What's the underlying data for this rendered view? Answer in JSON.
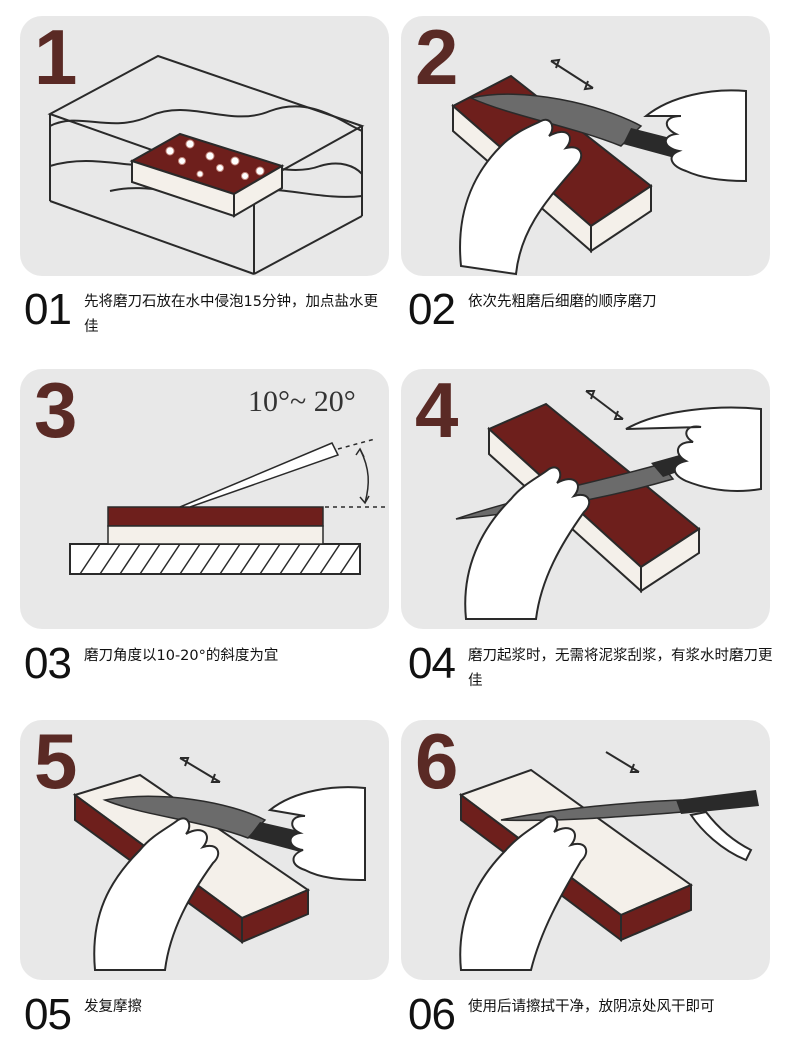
{
  "steps": [
    {
      "big": "1",
      "num": "01",
      "text": "先将磨刀石放在水中侵泡15分钟，加点盐水更佳"
    },
    {
      "big": "2",
      "num": "02",
      "text": "依次先粗磨后细磨的顺序磨刀"
    },
    {
      "big": "3",
      "num": "03",
      "text": "磨刀角度以10-20°的斜度为宜",
      "angle_label": "10°~ 20°"
    },
    {
      "big": "4",
      "num": "04",
      "text": "磨刀起浆时，无需将泥浆刮浆，有浆水时磨刀更佳"
    },
    {
      "big": "5",
      "num": "05",
      "text": "发复摩擦"
    },
    {
      "big": "6",
      "num": "06",
      "text": "使用后请擦拭干净，放阴凉处风干即可"
    }
  ],
  "colors": {
    "panel_bg": "#e8e8e8",
    "step_number": "#5a2a25",
    "stone_dark": "#6e1f1c",
    "stone_light": "#f4f0ea",
    "line": "#2a2a2a"
  }
}
